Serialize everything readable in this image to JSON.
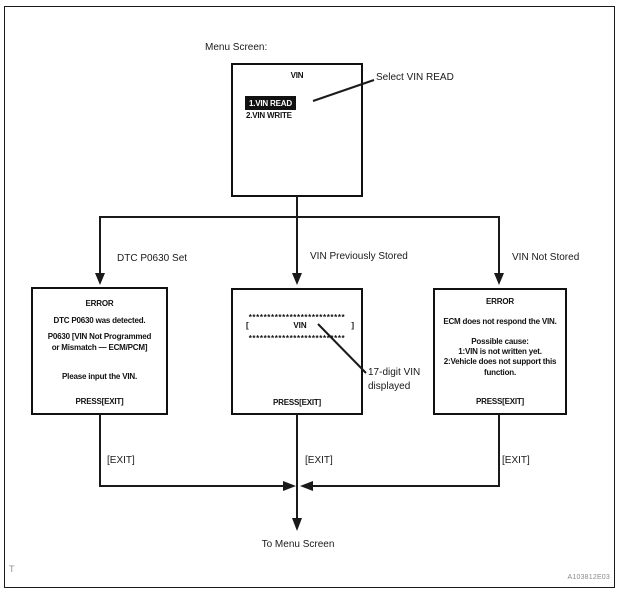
{
  "page": {
    "corner_mark": "T",
    "figure_code": "A103812E03"
  },
  "menu_screen": {
    "caption": "Menu Screen:",
    "title": "VIN",
    "item_selected": "1.VIN READ",
    "item_unselected": "2.VIN WRITE",
    "callout": "Select VIN READ"
  },
  "branches": {
    "left": {
      "condition": "DTC P0630 Set",
      "screen": {
        "title": "ERROR",
        "line1": "DTC P0630 was detected.",
        "line2": "P0630 [VIN Not Programmed",
        "line3": "or Mismatch — ECM/PCM]",
        "line4": "Please input the VIN.",
        "press": "PRESS[EXIT]"
      },
      "exit": "[EXIT]"
    },
    "middle": {
      "condition": "VIN Previously Stored",
      "screen": {
        "stars_top": "**************************",
        "bracket_open": "[",
        "vin_label": "VIN",
        "bracket_close": "]",
        "stars_bottom": "**************************",
        "press": "PRESS[EXIT]"
      },
      "exit": "[EXIT]",
      "note_line1": "17-digit VIN",
      "note_line2": "displayed"
    },
    "right": {
      "condition": "VIN Not Stored",
      "screen": {
        "title": "ERROR",
        "line1": "ECM does not respond the VIN.",
        "line2": "Possible cause:",
        "line3": "1:VIN is not written yet.",
        "line4": "2:Vehicle does not support this",
        "line5": "function.",
        "press": "PRESS[EXIT]"
      },
      "exit": "[EXIT]"
    }
  },
  "footer": {
    "to_menu": "To Menu Screen"
  }
}
